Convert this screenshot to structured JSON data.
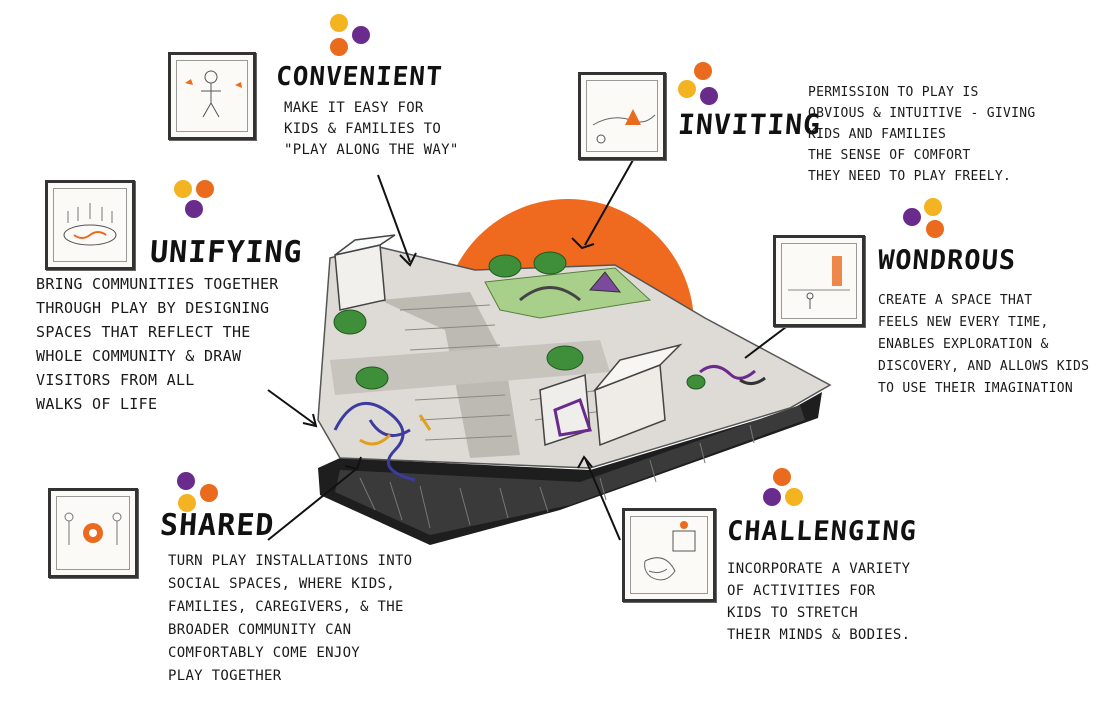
{
  "colors": {
    "yellow": "#f4b320",
    "orange": "#ea6a1e",
    "purple": "#6a2c8c",
    "sun": "#ef6a1f"
  },
  "qualities": {
    "convenient": {
      "heading": "CONVENIENT",
      "lines": [
        "MAKE IT EASY FOR",
        "KIDS & FAMILIES TO",
        "\"PLAY ALONG THE WAY\""
      ]
    },
    "inviting": {
      "heading": "INVITING",
      "lines": [
        "PERMISSION TO PLAY IS",
        "OBVIOUS & INTUITIVE - GIVING",
        "KIDS AND FAMILIES",
        "THE SENSE OF COMFORT",
        "THEY NEED TO PLAY FREELY."
      ]
    },
    "unifying": {
      "heading": "UNIFYING",
      "lines": [
        "BRING COMMUNITIES TOGETHER",
        "THROUGH PLAY BY DESIGNING",
        "SPACES THAT REFLECT THE",
        "WHOLE COMMUNITY & DRAW",
        "VISITORS FROM ALL",
        "WALKS OF LIFE"
      ]
    },
    "wondrous": {
      "heading": "WONDROUS",
      "lines": [
        "CREATE A SPACE THAT",
        "FEELS NEW EVERY TIME,",
        "ENABLES EXPLORATION &",
        "DISCOVERY, AND ALLOWS KIDS",
        "TO USE THEIR IMAGINATION"
      ]
    },
    "shared": {
      "heading": "SHARED",
      "lines": [
        "TURN PLAY INSTALLATIONS INTO",
        "SOCIAL SPACES, WHERE KIDS,",
        "FAMILIES, CAREGIVERS, & THE",
        "BROADER COMMUNITY CAN",
        "COMFORTABLY COME ENJOY",
        "PLAY TOGETHER"
      ]
    },
    "challenging": {
      "heading": "CHALLENGING",
      "lines": [
        "INCORPORATE A VARIETY",
        "OF ACTIVITIES FOR",
        "KIDS TO STRETCH",
        "THEIR MINDS & BODIES."
      ]
    }
  }
}
